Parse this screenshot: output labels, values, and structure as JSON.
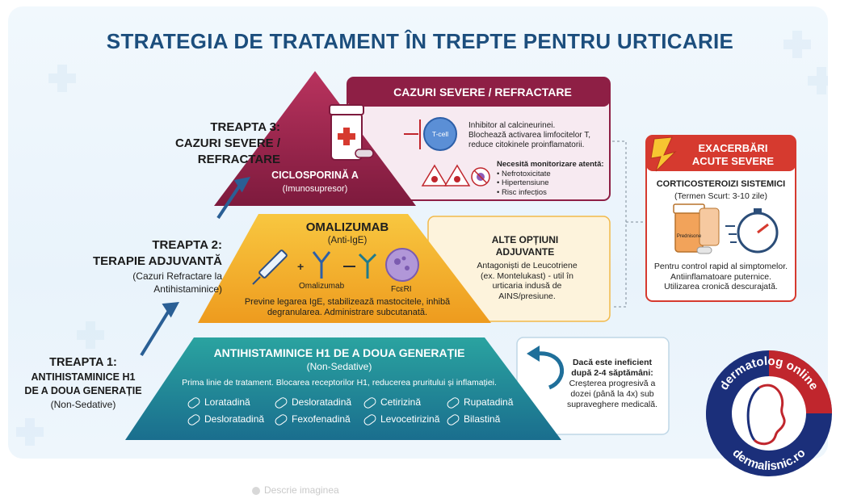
{
  "title": "STRATEGIA DE TRATAMENT ÎN TREPTE PENTRU URTICARIE",
  "step3": {
    "label_line1": "TREAPTA 3:",
    "label_line2": "CAZURI SEVERE /",
    "label_line3": "REFRACTARE",
    "drug": "CICLOSPORINĂ A",
    "drug_sub": "(Imunosupresor)",
    "panel_header": "CAZURI SEVERE / REFRACTARE",
    "tcell": "T-cell",
    "mechanism_1": "Inhibitor al calcineurinei.",
    "mechanism_2": "Blochează activarea limfocitelor T,",
    "mechanism_3": "reduce citokinele proinflamatorii.",
    "monitor_title": "Necesită monitorizare atentă:",
    "monitor_items": [
      "• Nefrotoxicitate",
      "• Hipertensiune",
      "• Risc infecțios"
    ]
  },
  "step2": {
    "label_line1": "TREAPTA 2:",
    "label_line2": "TERAPIE ADJUVANTĂ",
    "label_line3": "(Cazuri Refractare la",
    "label_line4": "Antihistaminice)",
    "drug": "OMALIZUMAB",
    "drug_sub": "(Anti-IgE)",
    "omalizumab_label": "Omalizumab",
    "fceri_label": "FcεRI",
    "desc_1": "Previne legarea IgE, stabilizează mastocitele, inhibă",
    "desc_2": "degranularea. Administrare subcutanată.",
    "alt_title_1": "ALTE OPȚIUNI",
    "alt_title_2": "ADJUVANTE",
    "alt_1": "Antagoniști de Leucotriene",
    "alt_2": "(ex. Montelukast) - util în",
    "alt_3": "urticaria indusă de",
    "alt_4": "AINS/presiune."
  },
  "step1": {
    "label_line1": "TREAPTA 1:",
    "label_line2": "ANTIHISTAMINICE H1",
    "label_line3": "DE A DOUA GENERAȚIE",
    "label_line4": "(Non-Sedative)",
    "title": "ANTIHISTAMINICE H1 DE A DOUA GENERAȚIE",
    "subtitle": "(Non-Sedative)",
    "desc": "Prima linie de tratament. Blocarea receptorilor H1, reducerea pruritului și inflamației.",
    "drugs": [
      "Loratadină",
      "Desloratadină",
      "Cetirizină",
      "Rupatadină",
      "Desloratadină",
      "Fexofenadină",
      "Levocetirizină",
      "Bilastină"
    ],
    "escalate_1": "Dacă este ineficient",
    "escalate_2": "după 2-4 săptămâni:",
    "escalate_3": "Creșterea progresivă a",
    "escalate_4": "dozei (până la 4x) sub",
    "escalate_5": "supraveghere medicală."
  },
  "acute": {
    "header_1": "EXACERBĂRI",
    "header_2": "ACUTE SEVERE",
    "title": "CORTICOSTEROIZI SISTEMICI",
    "subtitle": "(Termen Scurt: 3-10 zile)",
    "bottle_label": "Prednisone",
    "desc_1": "Pentru control rapid al simptomelor.",
    "desc_2": "Antiinflamatoare puternice.",
    "desc_3": "Utilizarea cronică descurajată."
  },
  "logo": {
    "top_text": "dermatolog online",
    "bottom_text": "dermalisnic.ro"
  },
  "footer_hint": "Descrie imaginea",
  "colors": {
    "title": "#1c4e7d",
    "step3": "#8e1f45",
    "step2": "#f2a825",
    "step1": "#1f8a8f",
    "acute": "#d63a2f",
    "logo_blue": "#1b2f7a",
    "logo_red": "#c0262d"
  }
}
